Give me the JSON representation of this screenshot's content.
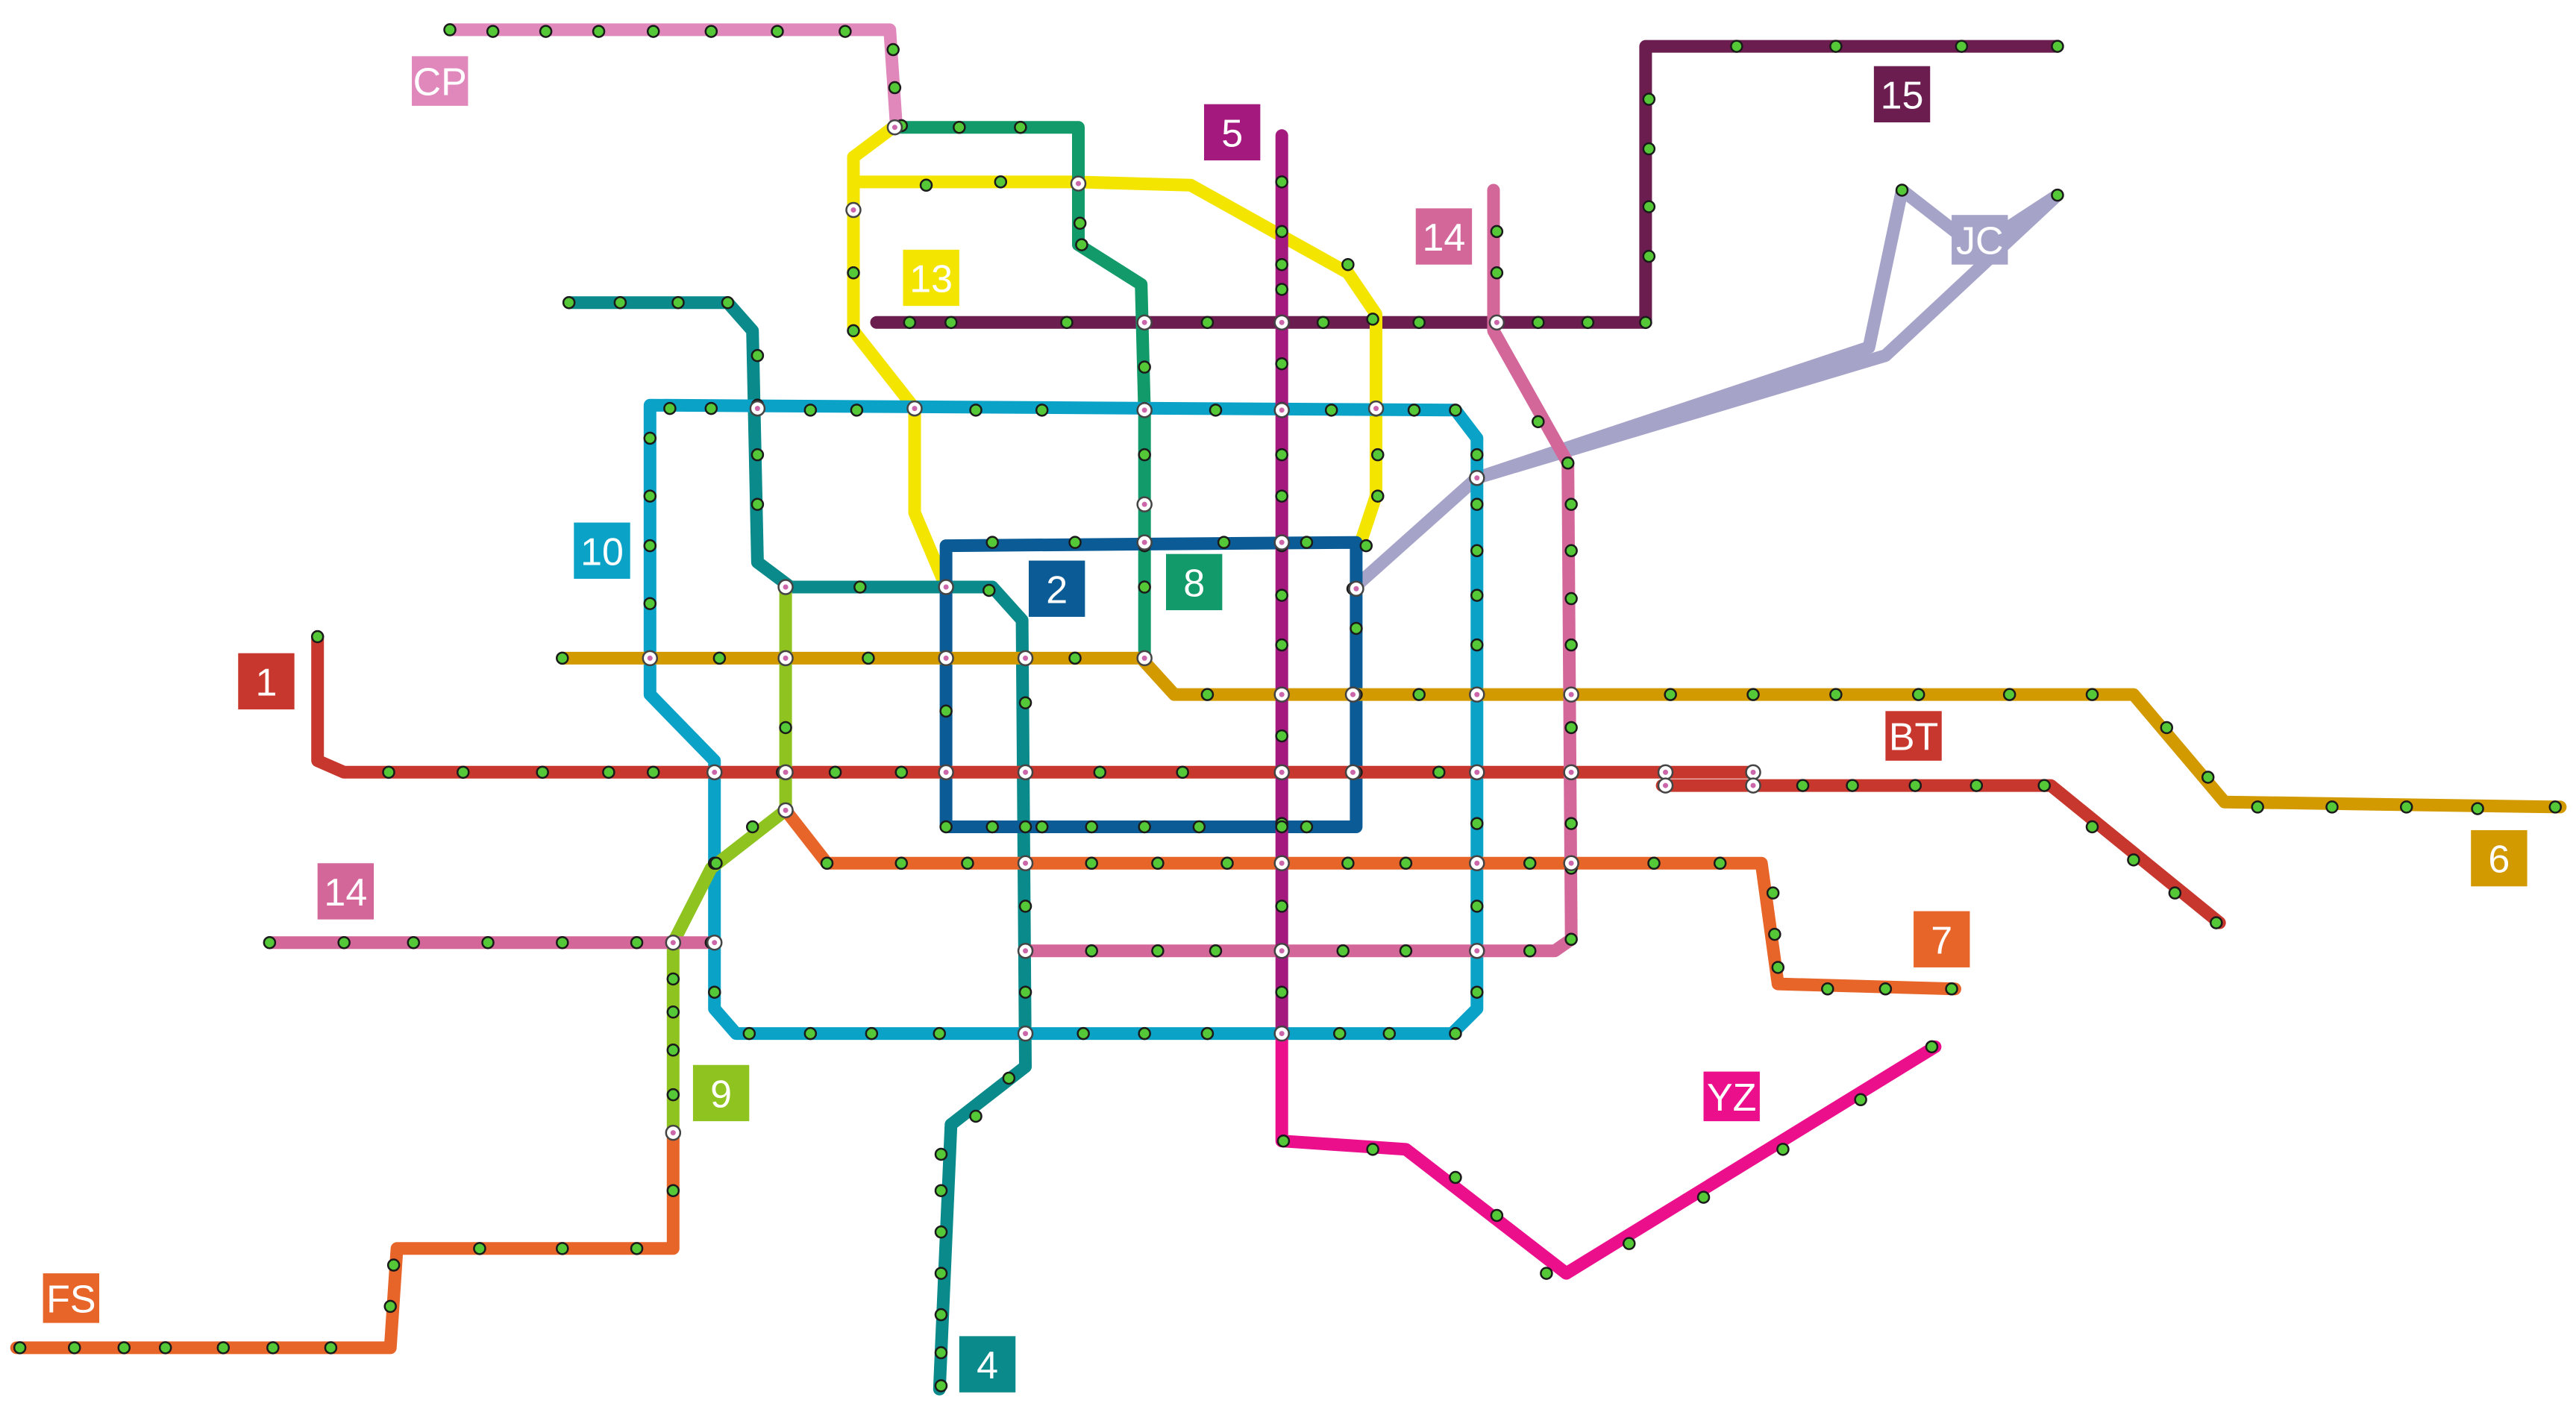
{
  "lines": [
    {
      "id": "1",
      "label": "1",
      "color": "#c8372d"
    },
    {
      "id": "2",
      "label": "2",
      "color": "#0b5c96"
    },
    {
      "id": "4",
      "label": "4",
      "color": "#0a8a8a"
    },
    {
      "id": "5",
      "label": "5",
      "color": "#a3197e"
    },
    {
      "id": "6",
      "label": "6",
      "color": "#d39a00"
    },
    {
      "id": "7",
      "label": "7",
      "color": "#e8652a"
    },
    {
      "id": "8",
      "label": "8",
      "color": "#139a6a"
    },
    {
      "id": "9",
      "label": "9",
      "color": "#8fc31f"
    },
    {
      "id": "10",
      "label": "10",
      "color": "#0ba2c8"
    },
    {
      "id": "13",
      "label": "13",
      "color": "#f3e500"
    },
    {
      "id": "14",
      "label": "14",
      "color": "#d4679a"
    },
    {
      "id": "15",
      "label": "15",
      "color": "#6b1d4f"
    },
    {
      "id": "BT",
      "label": "BT",
      "color": "#c8372d"
    },
    {
      "id": "CP",
      "label": "CP",
      "color": "#e088bb"
    },
    {
      "id": "FS",
      "label": "FS",
      "color": "#e8652a"
    },
    {
      "id": "YZ",
      "label": "YZ",
      "color": "#ec0f8c"
    },
    {
      "id": "JC",
      "label": "JC",
      "color": "#a5a3c8"
    }
  ],
  "badges": [
    {
      "key": "1",
      "label": "1",
      "color": "#c8372d"
    },
    {
      "key": "2",
      "label": "2",
      "color": "#0b5c96"
    },
    {
      "key": "4",
      "label": "4",
      "color": "#0a8a8a"
    },
    {
      "key": "5",
      "label": "5",
      "color": "#a3197e"
    },
    {
      "key": "6",
      "label": "6",
      "color": "#d39a00"
    },
    {
      "key": "7",
      "label": "7",
      "color": "#e8652a"
    },
    {
      "key": "8",
      "label": "8",
      "color": "#139a6a"
    },
    {
      "key": "9",
      "label": "9",
      "color": "#8fc31f"
    },
    {
      "key": "10",
      "label": "10",
      "color": "#0ba2c8"
    },
    {
      "key": "13",
      "label": "13",
      "color": "#f3e500"
    },
    {
      "key": "14a",
      "label": "14",
      "color": "#d4679a"
    },
    {
      "key": "14b",
      "label": "14",
      "color": "#d4679a"
    },
    {
      "key": "15",
      "label": "15",
      "color": "#6b1d4f"
    },
    {
      "key": "BT",
      "label": "BT",
      "color": "#c8372d"
    },
    {
      "key": "CP",
      "label": "CP",
      "color": "#e088bb"
    },
    {
      "key": "FS",
      "label": "FS",
      "color": "#e8652a"
    },
    {
      "key": "YZ",
      "label": "YZ",
      "color": "#ec0f8c"
    },
    {
      "key": "JC",
      "label": "JC",
      "color": "#a5a3c8"
    }
  ]
}
